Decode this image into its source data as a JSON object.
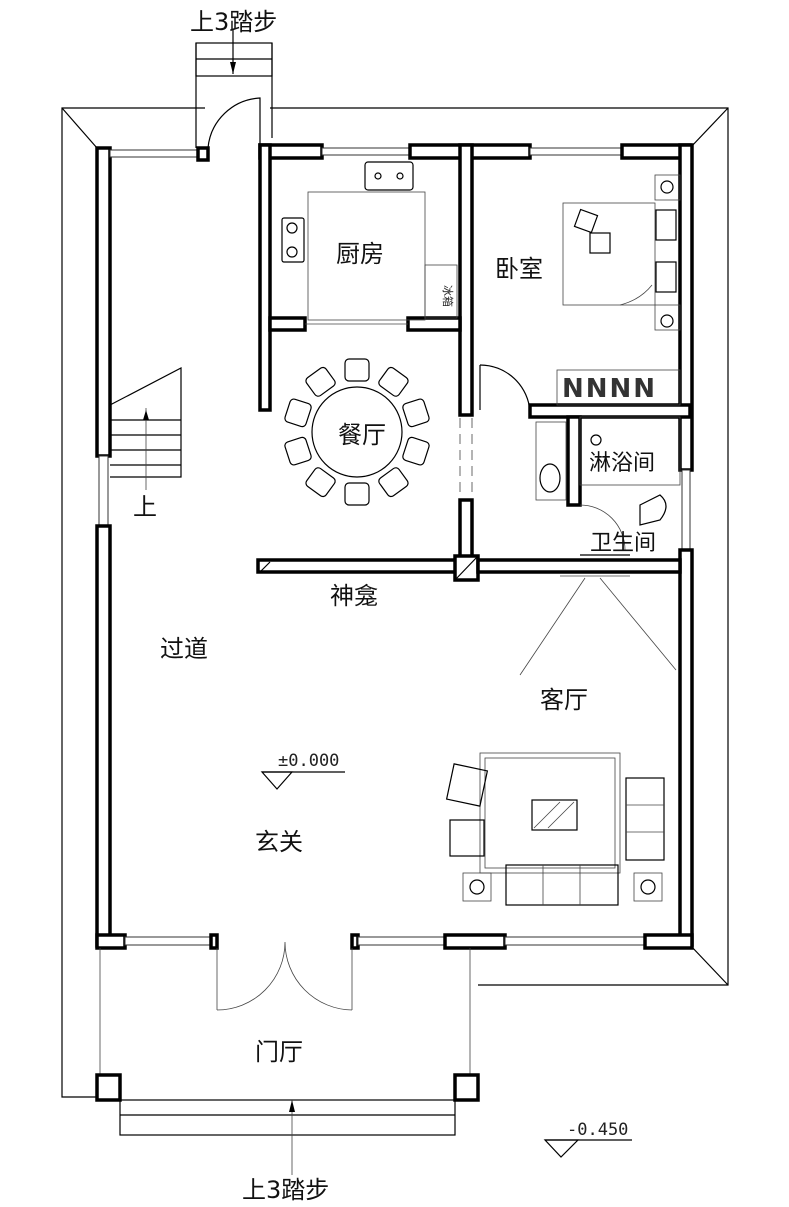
{
  "plan": {
    "steps_top": "上3踏步",
    "steps_bottom": "上3踏步",
    "stair_up": "上",
    "rooms": {
      "kitchen": "厨房",
      "fridge": "冰箱",
      "bedroom": "卧室",
      "dining": "餐厅",
      "shower": "淋浴间",
      "toilet": "卫生间",
      "shrine": "神龛",
      "corridor": "过道",
      "living": "客厅",
      "foyer": "玄关",
      "porch": "门厅"
    },
    "elevations": {
      "indoor": "±0.000",
      "outdoor": "-0.450"
    },
    "wardrobe_marks": "NNNN"
  }
}
